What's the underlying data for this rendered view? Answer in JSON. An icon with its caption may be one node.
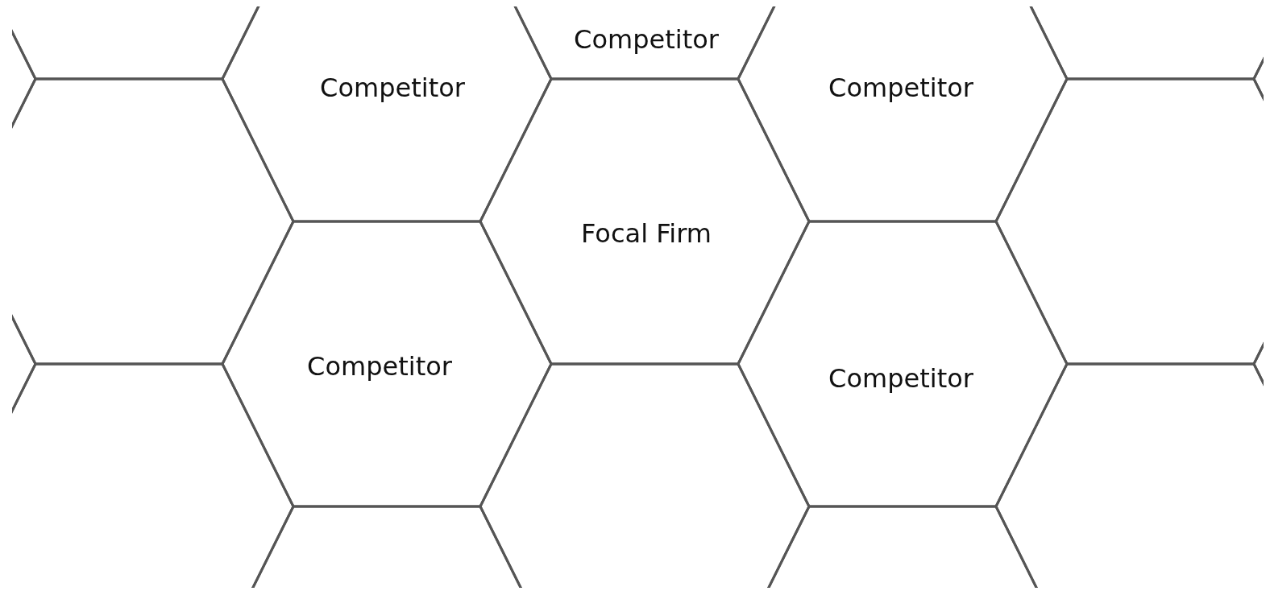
{
  "diagram": {
    "nodes": [
      {
        "text": [
          "Competitor"
        ]
      },
      {
        "text": [
          "Competitor"
        ]
      },
      {
        "text": [
          "Competitor"
        ]
      },
      {
        "text": [],
        "shape": "hexagon"
      },
      {
        "text": [
          "Focal Firm"
        ]
      },
      {
        "text": [],
        "shape": "hexagon"
      },
      {
        "text": [
          "Competitor"
        ]
      },
      {
        "text": [
          "Competitor"
        ]
      },
      {
        "text": [],
        "shape": "hexagon"
      }
    ]
  }
}
